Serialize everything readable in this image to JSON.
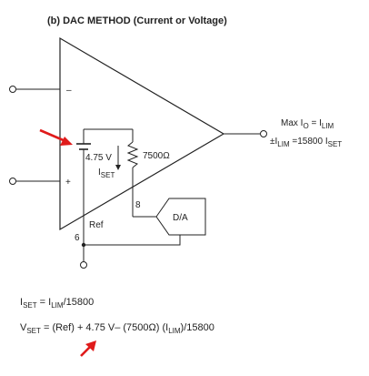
{
  "title": "(b) DAC METHOD (Current or Voltage)",
  "labels": {
    "minus": "–",
    "plus": "+",
    "source_voltage": "4.75 V",
    "iset": "I",
    "iset_sub": "SET",
    "resistor": "7500Ω",
    "pin8": "8",
    "pin6": "6",
    "ref": "Ref",
    "dac": "D/A"
  },
  "output": {
    "line1_a": "Max I",
    "line1_sub": "O",
    "line1_b": " = I",
    "line1_sub2": "LIM",
    "line2_a": "±I",
    "line2_sub": "LIM",
    "line2_b": " =15800 I",
    "line2_sub2": "SET"
  },
  "equations": {
    "eq1_a": "I",
    "eq1_sub": "SET",
    "eq1_b": " = I",
    "eq1_sub2": "LIM",
    "eq1_c": "/15800",
    "eq2_a": "V",
    "eq2_sub": "SET",
    "eq2_b": " = (Ref) + 4.75 V– (7500Ω) (I",
    "eq2_sub2": "LIM",
    "eq2_c": ")/15800"
  },
  "colors": {
    "arrow": "#e01b1b",
    "line": "#222222"
  }
}
